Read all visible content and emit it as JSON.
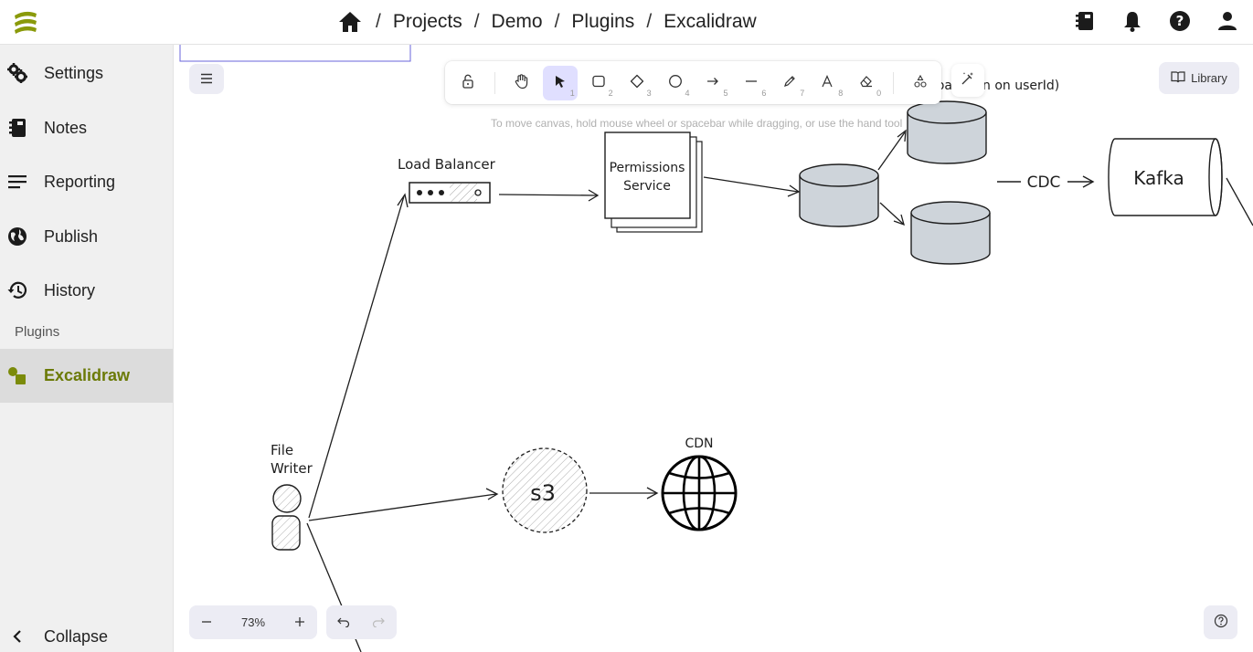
{
  "topbar": {
    "breadcrumbs": [
      "Projects",
      "Demo",
      "Plugins",
      "Excalidraw"
    ],
    "separator": "/",
    "accent_color": "#7b8b0a"
  },
  "sidebar": {
    "items": [
      {
        "label": "Settings",
        "icon": "gears-icon"
      },
      {
        "label": "Notes",
        "icon": "notebook-icon"
      },
      {
        "label": "Reporting",
        "icon": "lines-icon"
      },
      {
        "label": "Publish",
        "icon": "globe-icon"
      },
      {
        "label": "History",
        "icon": "history-icon"
      }
    ],
    "section_label": "Plugins",
    "active_item": {
      "label": "Excalidraw",
      "icon": "shapes-icon"
    },
    "collapse_label": "Collapse"
  },
  "excalidraw": {
    "hint": "To move canvas, hold mouse wheel or spacebar while dragging, or use the hand tool",
    "library_label": "Library",
    "zoom_level": "73%",
    "tools": [
      {
        "name": "lock",
        "num": ""
      },
      {
        "name": "hand",
        "num": ""
      },
      {
        "name": "selection",
        "num": "1"
      },
      {
        "name": "rectangle",
        "num": "2"
      },
      {
        "name": "diamond",
        "num": "3"
      },
      {
        "name": "ellipse",
        "num": "4"
      },
      {
        "name": "arrow",
        "num": "5"
      },
      {
        "name": "line",
        "num": "6"
      },
      {
        "name": "draw",
        "num": "7"
      },
      {
        "name": "text",
        "num": "8"
      },
      {
        "name": "eraser",
        "num": "0"
      },
      {
        "name": "more-shapes",
        "num": ""
      }
    ],
    "diagram": {
      "load_balancer": "Load Balancer",
      "permissions_line1": "Permissions",
      "permissions_line2": "Service",
      "partition_note": "(partition on userId)",
      "cdc": "CDC",
      "kafka": "Kafka",
      "file_writer_line1": "File",
      "file_writer_line2": "Writer",
      "s3": "s3",
      "cdn": "CDN"
    }
  }
}
